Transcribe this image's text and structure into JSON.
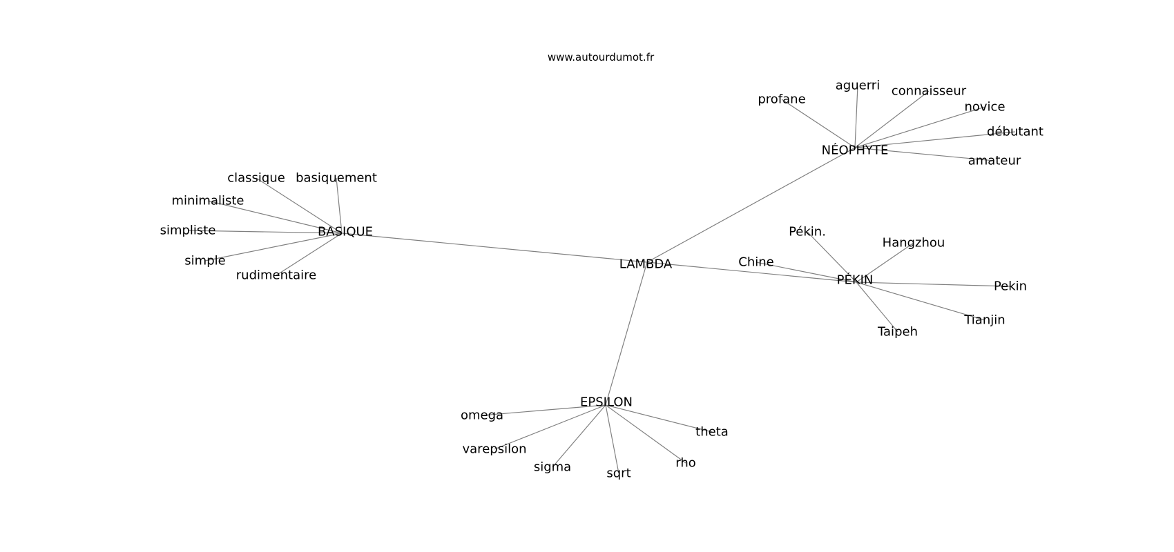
{
  "watermark": "www.autourdumot.fr",
  "colors": {
    "edge": "#808080",
    "text": "#000000",
    "background": "#ffffff"
  },
  "graph": {
    "center": "LAMBDA",
    "clusters": [
      {
        "hub": "NÉOPHYTE",
        "leaves": [
          "profane",
          "aguerri",
          "connaisseur",
          "novice",
          "débutant",
          "amateur"
        ]
      },
      {
        "hub": "BASIQUE",
        "leaves": [
          "classique",
          "basiquement",
          "minimaliste",
          "simpliste",
          "simple",
          "rudimentaire"
        ]
      },
      {
        "hub": "PÉKIN",
        "leaves": [
          "Pékin.",
          "Hangzhou",
          "Chine",
          "Pekin",
          "Tianjin",
          "Taipeh"
        ]
      },
      {
        "hub": "EPSILON",
        "leaves": [
          "omega",
          "varepsilon",
          "sigma",
          "sqrt",
          "rho",
          "theta"
        ]
      }
    ]
  }
}
